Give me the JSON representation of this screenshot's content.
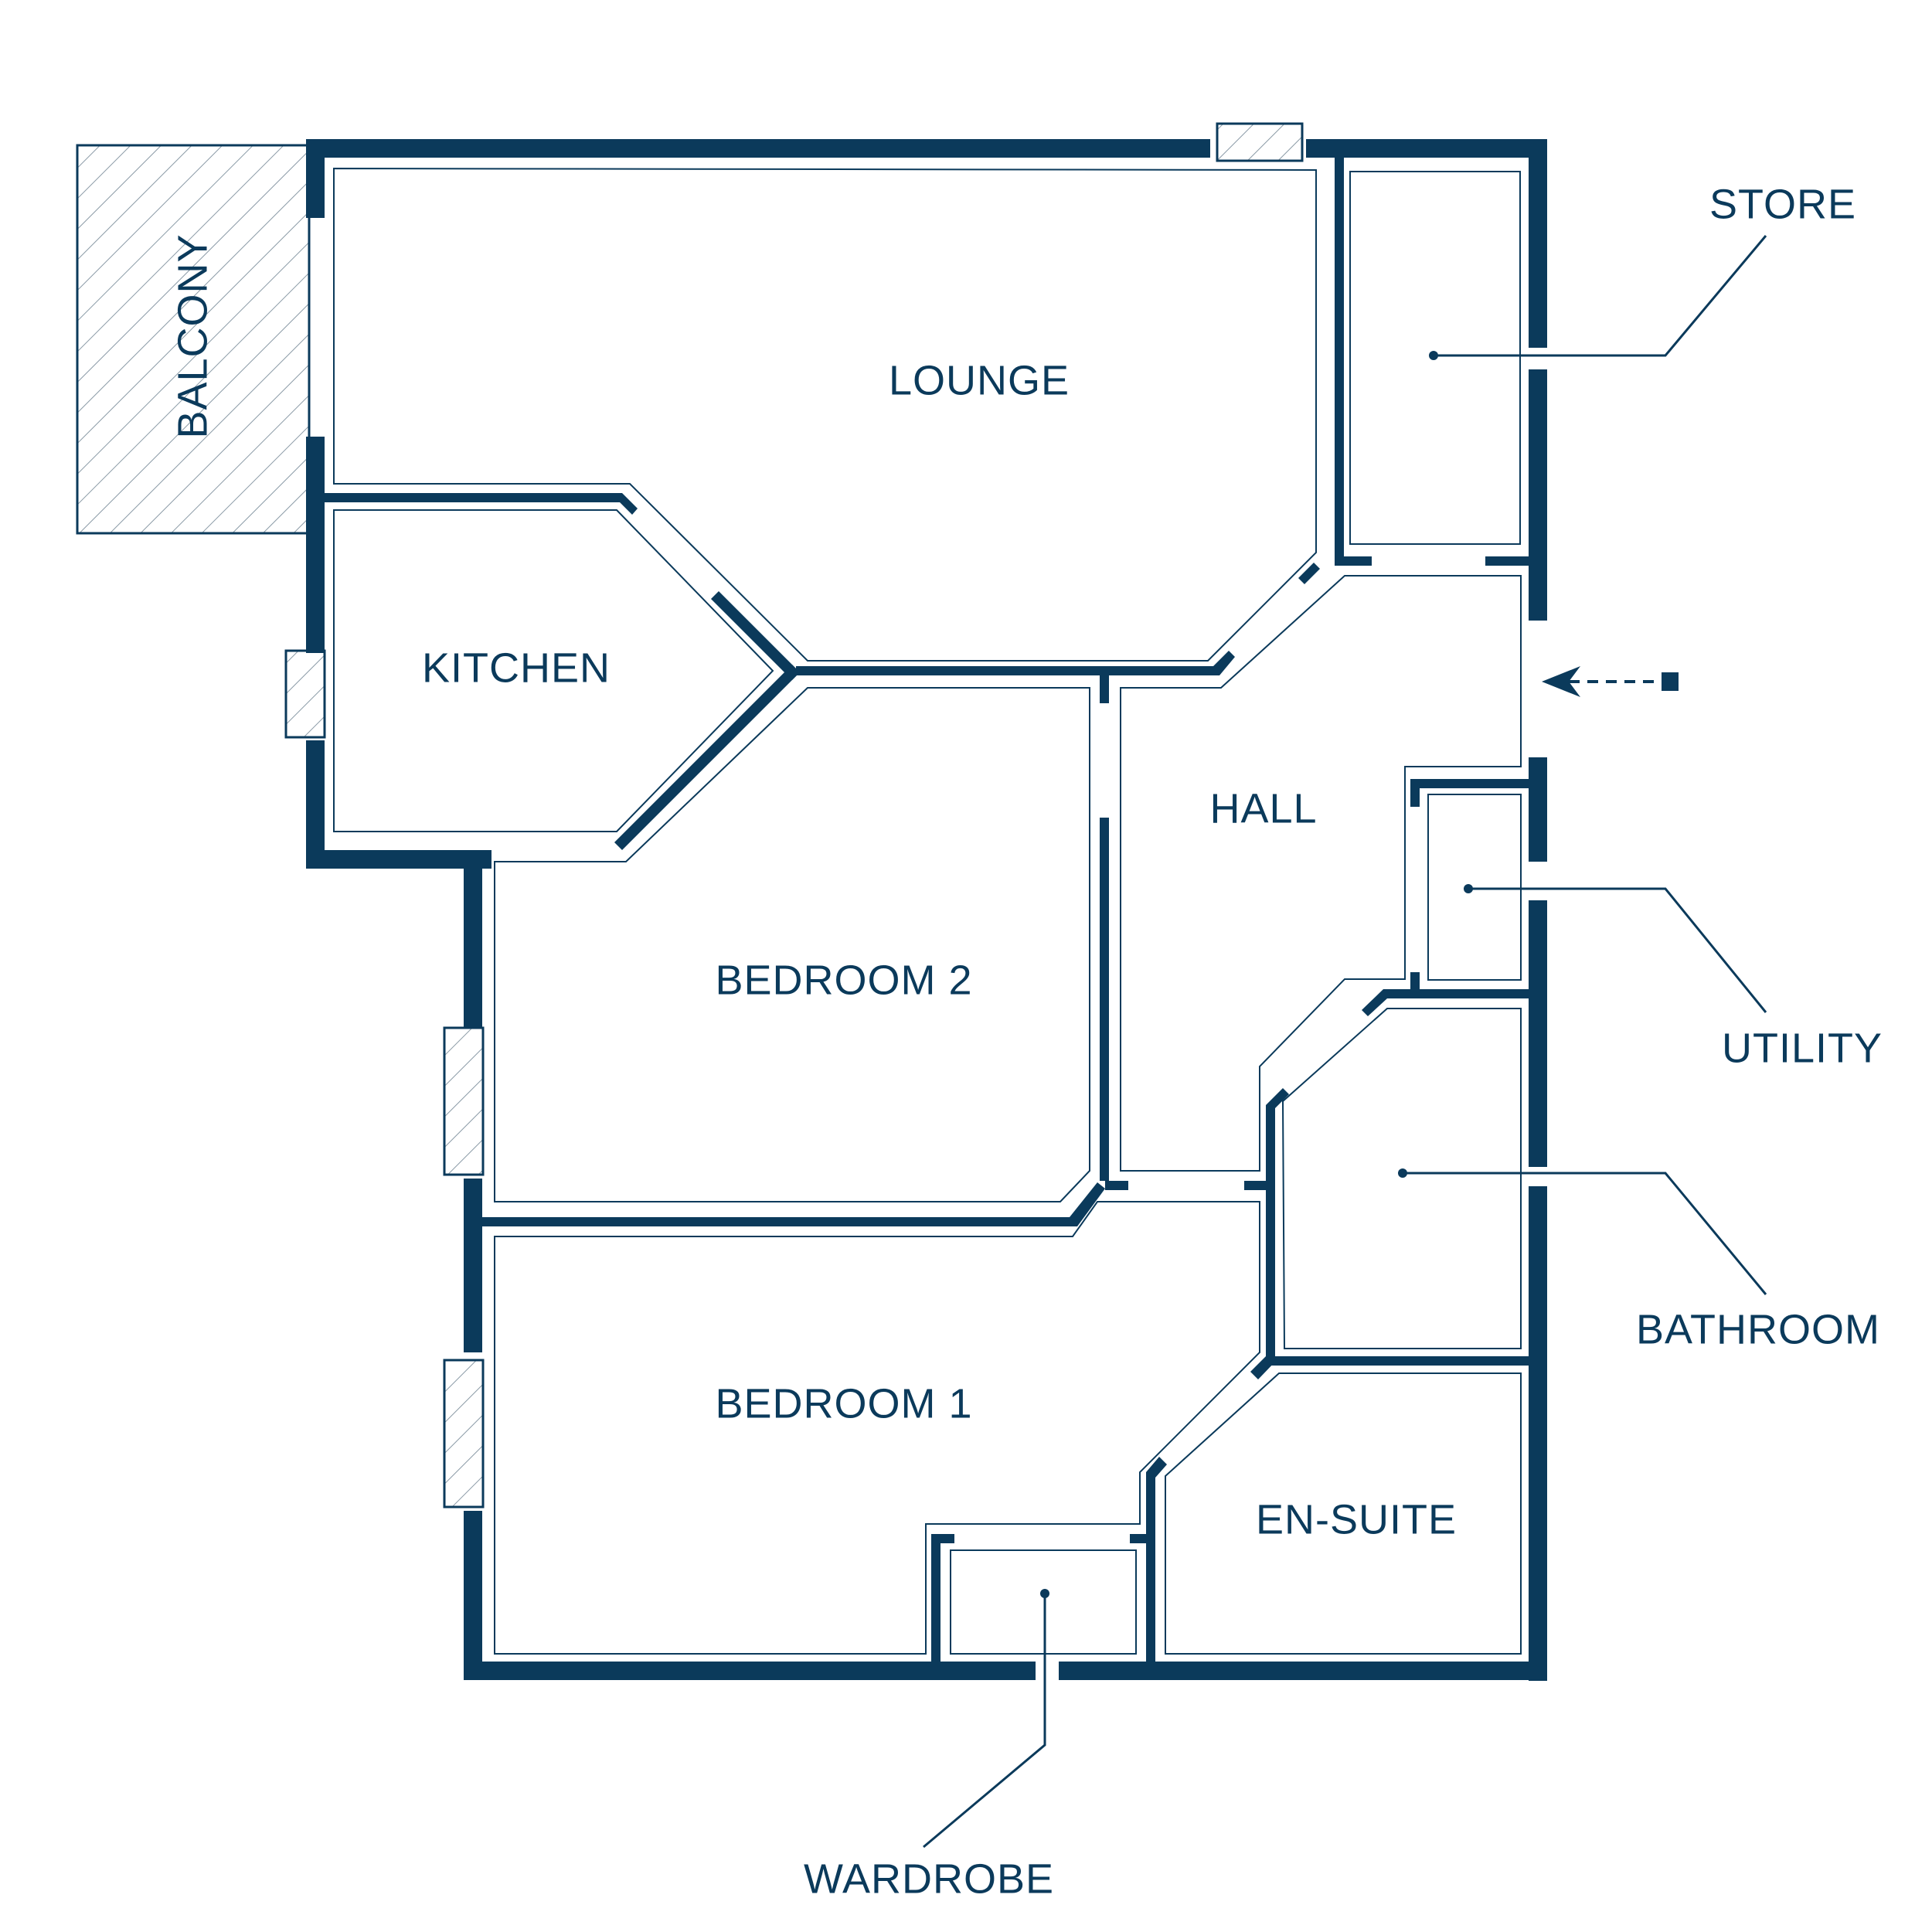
{
  "colors": {
    "wall": "#0b3a5b",
    "text": "#0b3a5b",
    "hatch": "#8a9aa6",
    "background": "#ffffff"
  },
  "rooms": {
    "lounge": "LOUNGE",
    "kitchen": "KITCHEN",
    "bedroom2": "BEDROOM 2",
    "hall": "HALL",
    "bedroom1": "BEDROOM 1",
    "ensuite": "EN-SUITE",
    "balcony": "BALCONY"
  },
  "callouts": {
    "store": "STORE",
    "utility": "UTILITY",
    "bathroom": "BATHROOM",
    "wardrobe": "WARDROBE"
  },
  "entrance": {
    "icon": "entrance-arrow-icon"
  }
}
